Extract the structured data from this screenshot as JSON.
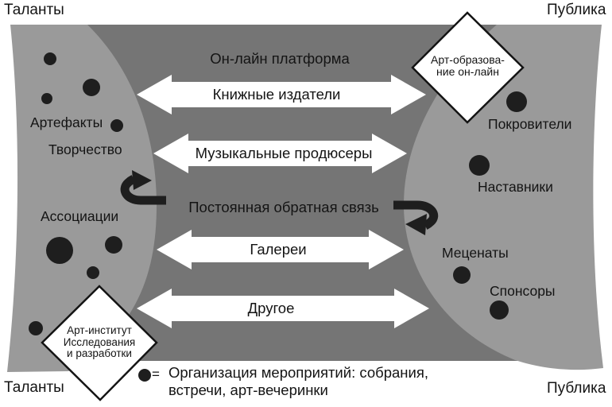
{
  "corners": {
    "top_left": "Таланты",
    "top_right": "Публика",
    "bottom_left": "Таланты",
    "bottom_right": "Публика"
  },
  "platform": {
    "top_label": "Он-лайн платформа",
    "feedback_label": "Постоянная обратная связь",
    "channels": [
      "Книжные издатели",
      "Музыкальные продюсеры",
      "Галереи",
      "Другое"
    ]
  },
  "left_side": {
    "labels": [
      "Артефакты",
      "Творчество",
      "Ассоциации"
    ]
  },
  "right_side": {
    "labels": [
      "Покровители",
      "Наставники",
      "Меценаты",
      "Спонсоры"
    ]
  },
  "diamonds": {
    "top_right": {
      "lines": [
        "Арт-образова-",
        "ние он-лайн"
      ]
    },
    "bottom_left": {
      "lines": [
        "Арт-институт",
        "Исследования",
        "и разработки"
      ]
    }
  },
  "legend": {
    "equals": "=",
    "lines": [
      "Организация мероприятий: собрания,",
      "встречи, арт-вечеринки"
    ]
  },
  "colors": {
    "platform_band": "#757575",
    "side_shape": "#9a9a9a",
    "dot": "#1e1e1e",
    "channel_arrow": "#ffffff",
    "diamond_fill": "#ffffff",
    "diamond_border": "#141414",
    "text": "#141414"
  }
}
